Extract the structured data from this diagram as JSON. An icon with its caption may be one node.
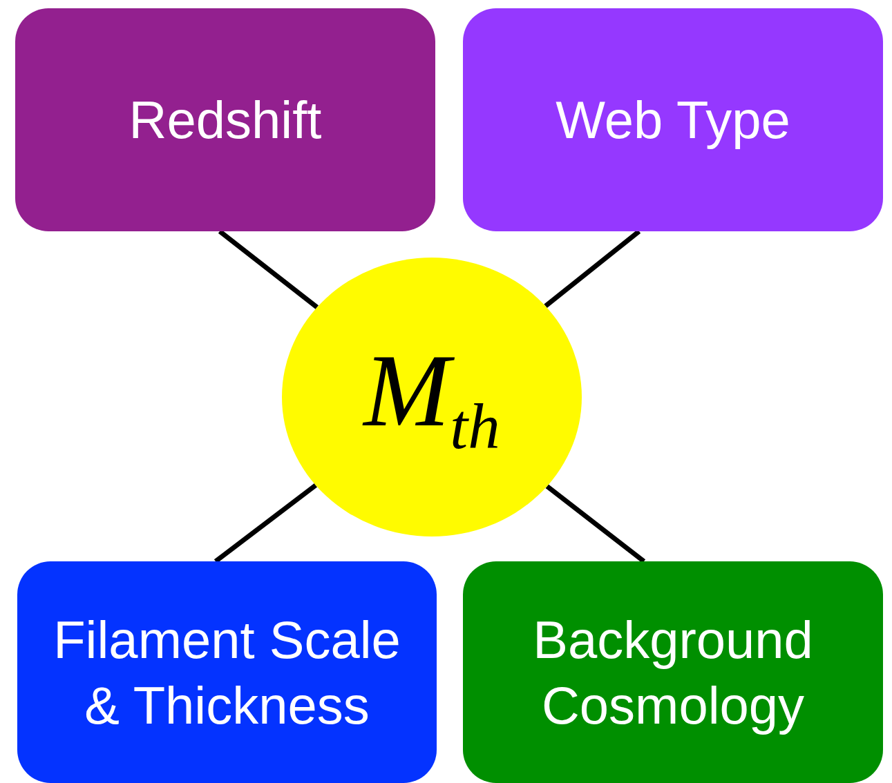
{
  "diagram": {
    "nodes": [
      {
        "text": [
          "Redshift"
        ]
      },
      {
        "text": [
          "Web Type"
        ]
      },
      {
        "text": [
          "M$_{th}$"
        ]
      },
      {
        "text": [
          "Filament Scale & Thickness"
        ]
      },
      {
        "text": [
          "Background Cosmology"
        ]
      }
    ],
    "edges": [
      {
        "from": 2,
        "to": 0,
        "arrow": "none"
      },
      {
        "from": 2,
        "to": 1,
        "arrow": "none"
      },
      {
        "from": 2,
        "to": 3,
        "arrow": "none"
      },
      {
        "from": 2,
        "to": 4,
        "arrow": "none"
      }
    ]
  }
}
